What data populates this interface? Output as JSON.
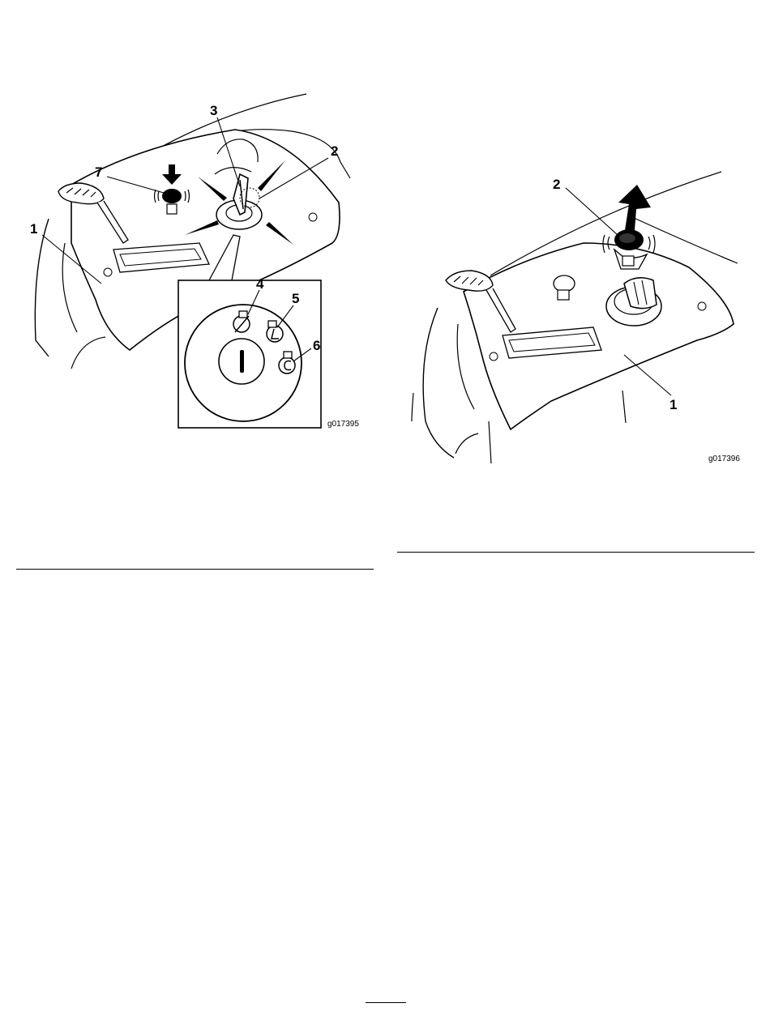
{
  "figures": [
    {
      "code": "g017395",
      "callouts": [
        "1",
        "2",
        "3",
        "4",
        "5",
        "6",
        "7"
      ]
    },
    {
      "code": "g017396",
      "callouts": [
        "1",
        "2"
      ]
    }
  ],
  "icons": {
    "key_off": "ignition-off-symbol-icon",
    "key_run": "ignition-run-symbol-icon",
    "key_start": "ignition-start-symbol-icon",
    "push_arrow": "arrow-down-icon",
    "pull_arrow": "arrow-up-icon"
  }
}
